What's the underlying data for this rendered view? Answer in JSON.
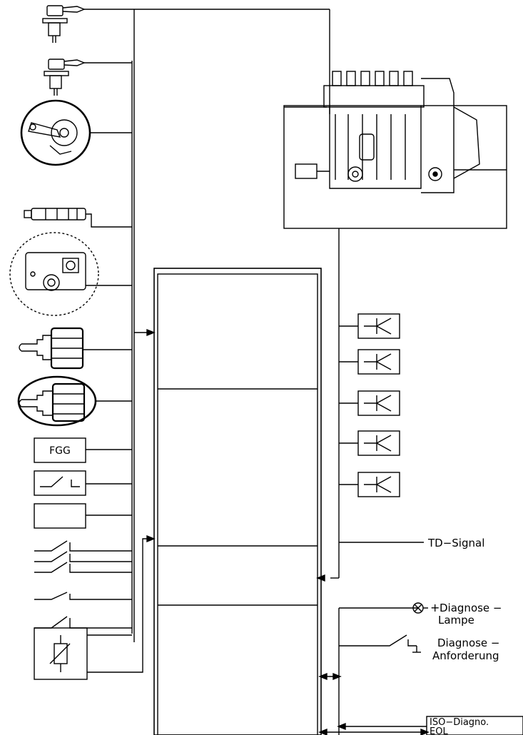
{
  "labels": {
    "fgg": "FGG",
    "td_signal": "TD−Signal",
    "diag_lamp_plus": "+",
    "diag_lamp_line1": "Diagnose −",
    "diag_lamp_line2": "Lampe",
    "diag_req_line1": "Diagnose −",
    "diag_req_line2": "Anforderung",
    "iso_line1": "ISO−Diagno.",
    "iso_line2": "EOL"
  },
  "output_driver_count": 5,
  "switch_input_count": 5,
  "colors": {
    "line": "#000000",
    "background": "#ffffff"
  }
}
